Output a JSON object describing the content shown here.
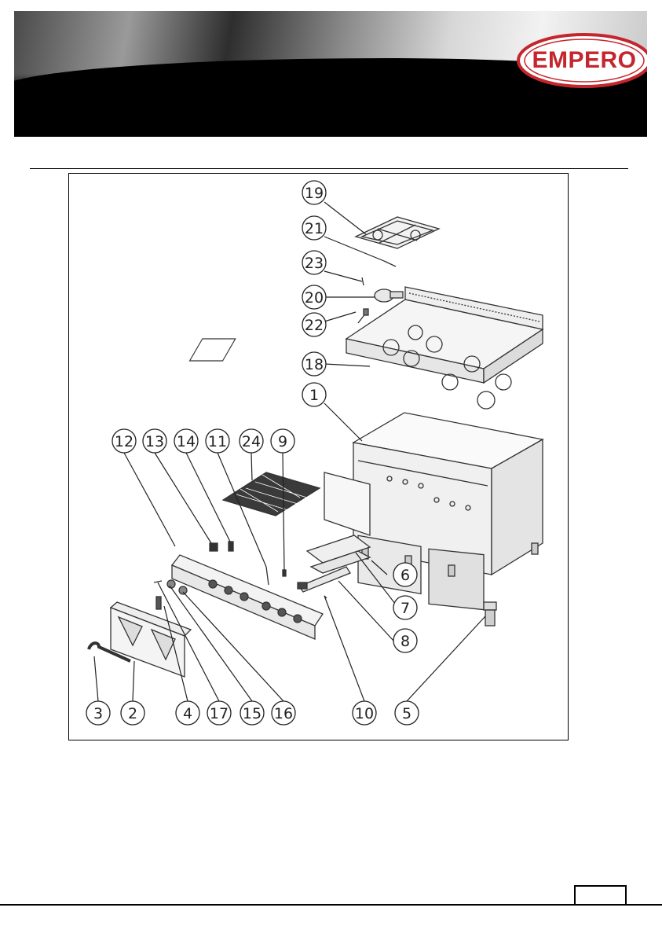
{
  "header": {
    "logo_text": "EMPERO"
  },
  "diagram": {
    "callouts": [
      "19",
      "21",
      "23",
      "20",
      "22",
      "18",
      "1",
      "12",
      "13",
      "14",
      "11",
      "24",
      "9",
      "6",
      "7",
      "8",
      "10",
      "5",
      "3",
      "2",
      "4",
      "17",
      "15",
      "16"
    ]
  },
  "footer": {
    "page_number": ""
  }
}
